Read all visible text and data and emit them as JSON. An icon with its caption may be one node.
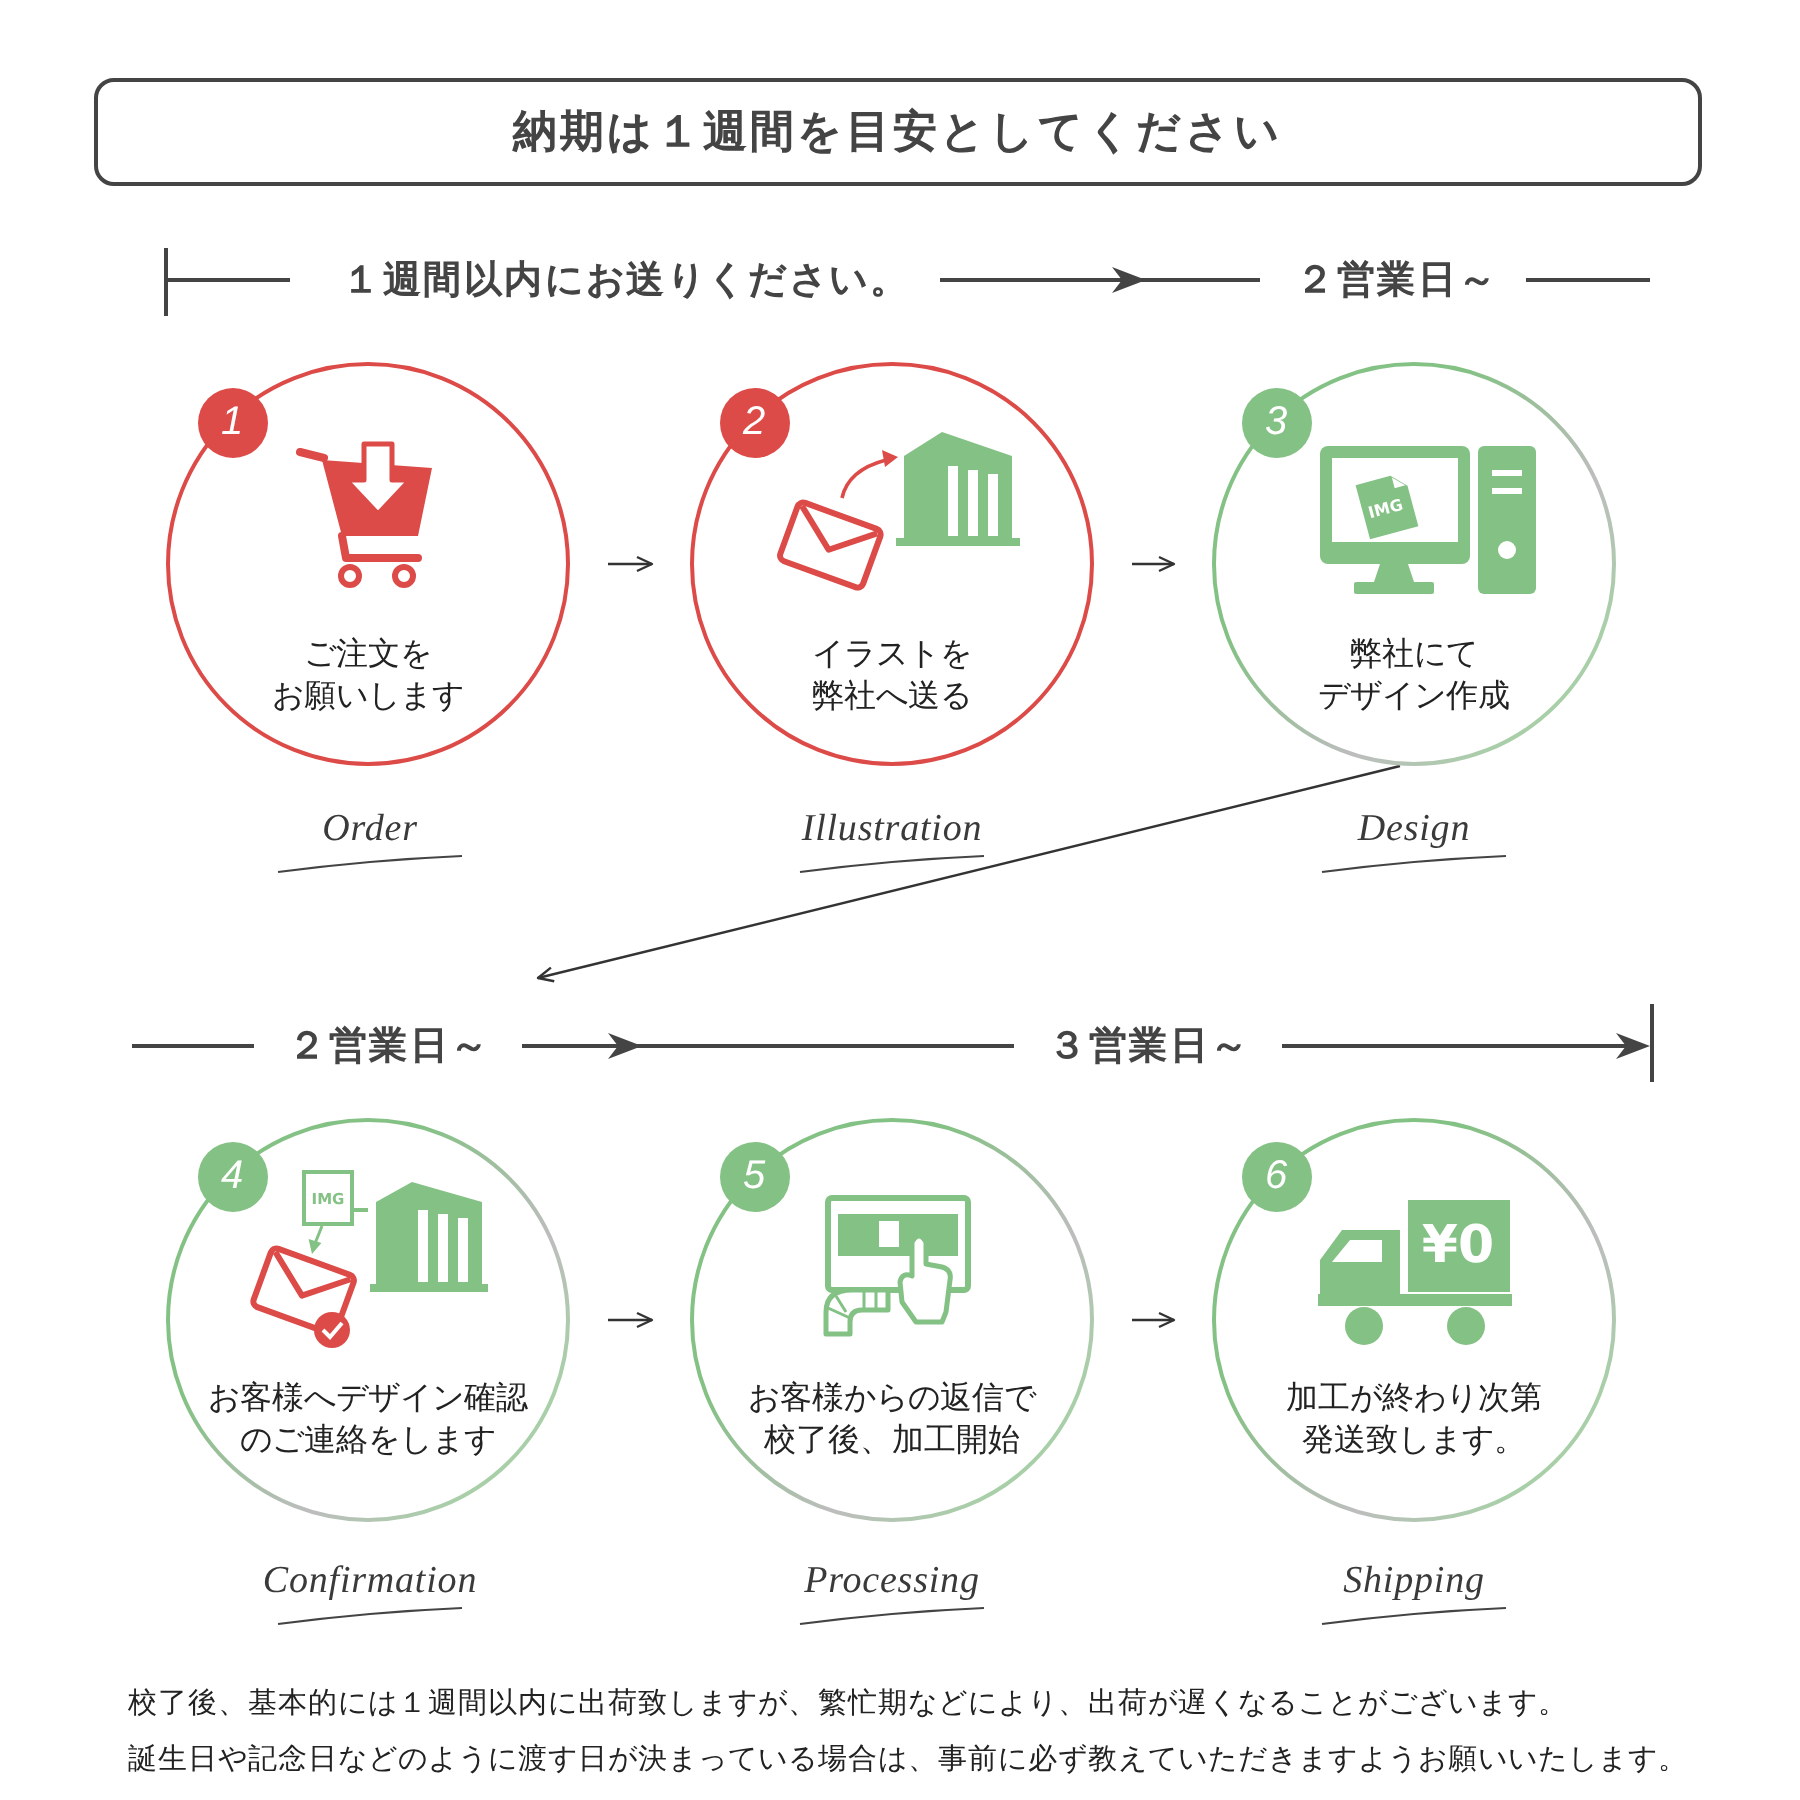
{
  "diagram": {
    "nodes": [
      {
        "text": [
          "納期は１週間を目安としてください"
        ]
      },
      {
        "text": [
          "1",
          "ご注文をお願いします"
        ],
        "beside": [
          "Order"
        ]
      },
      {
        "text": [
          "2",
          "イラストを弊社へ送る"
        ],
        "beside": [
          "Illustration"
        ]
      },
      {
        "text": [
          "3",
          "弊社にてデザイン作成"
        ],
        "beside": [
          "Design"
        ]
      },
      {
        "text": [
          "4",
          "お客様へデザイン確認のご連絡をします"
        ],
        "beside": [
          "Confirmation"
        ]
      },
      {
        "text": [
          "5",
          "お客様からの返信で校了後、加工開始"
        ],
        "beside": [
          "Processing"
        ]
      },
      {
        "text": [
          "6",
          "加工が終わり次第発送致します。"
        ],
        "beside": [
          "Shipping"
        ]
      }
    ],
    "edges": [
      {
        "from": 1,
        "to": 2,
        "arrow": "to"
      },
      {
        "from": 2,
        "to": 3,
        "arrow": "to"
      },
      {
        "from": 3,
        "to": null,
        "arrow": "to"
      },
      {
        "from": 4,
        "to": 5,
        "arrow": "to"
      },
      {
        "from": 5,
        "to": 6,
        "arrow": "to"
      }
    ],
    "labels": [
      "１週間以内にお送りください。",
      "２営業日～",
      "IMG",
      "２営業日～",
      "３営業日～",
      "IMG",
      "¥0",
      "校了後、基本的には１週間以内に出荷致しますが、繁忙期などにより、出荷が遅くなることがございます。",
      "誕生日や記念日などのように渡す日が決まっている場合は、事前に必ず教えていただきますようお願いいたします。"
    ]
  }
}
